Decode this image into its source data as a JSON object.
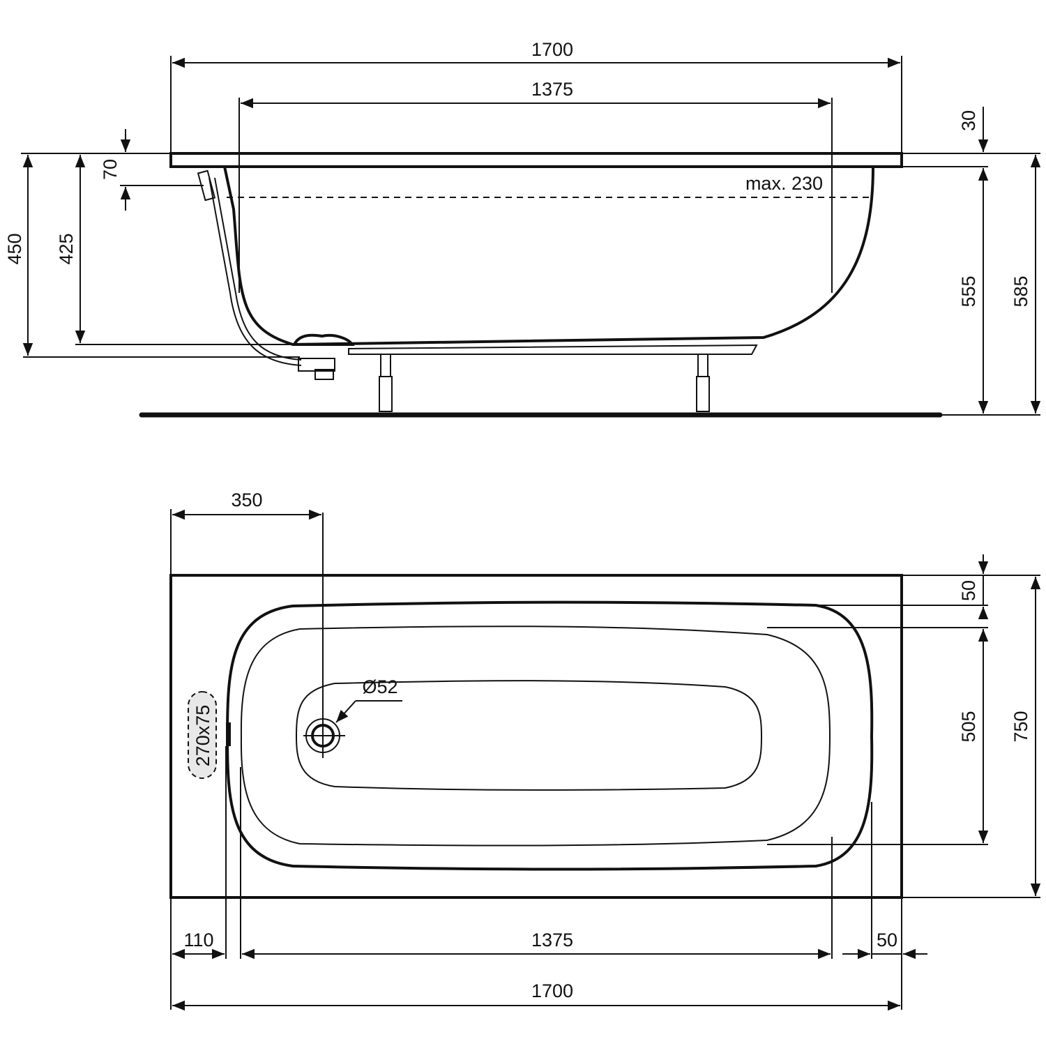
{
  "side_view": {
    "overall_length": "1700",
    "inner_length": "1375",
    "rim_thickness": "30",
    "overflow_offset": "70",
    "max_water_level": "max. 230",
    "height_to_floor_left": "450",
    "inner_depth": "425",
    "rim_to_floor_inner": "555",
    "rim_top_to_floor": "585"
  },
  "top_view": {
    "waste_offset": "350",
    "waste_diameter": "Ø52",
    "overflow_size": "270x75",
    "rim_width_top": "50",
    "inner_width": "505",
    "overall_width": "750",
    "left_rim": "110",
    "inner_length": "1375",
    "right_rim": "50",
    "overall_length": "1700"
  },
  "colors": {
    "line": "#111111",
    "background": "#ffffff",
    "overflow_fill": "#e8e8e8"
  }
}
